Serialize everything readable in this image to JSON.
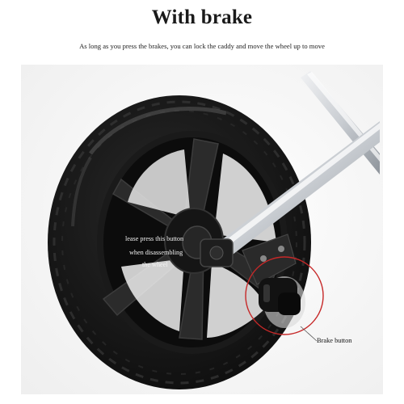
{
  "header": {
    "title": "With brake",
    "subtitle": "As long as you press the brakes, you can lock the caddy and move the wheel up to move"
  },
  "photo": {
    "press_note_line1": "lease press this button",
    "press_note_line2": "when disassembling",
    "press_note_line3": "the wheel",
    "brake_label": "Brake button"
  },
  "colors": {
    "tire": "#141414",
    "hub": "#1c1c1c",
    "frame": "#c9cdd2",
    "circle": "#c62828",
    "background": "#ffffff"
  }
}
